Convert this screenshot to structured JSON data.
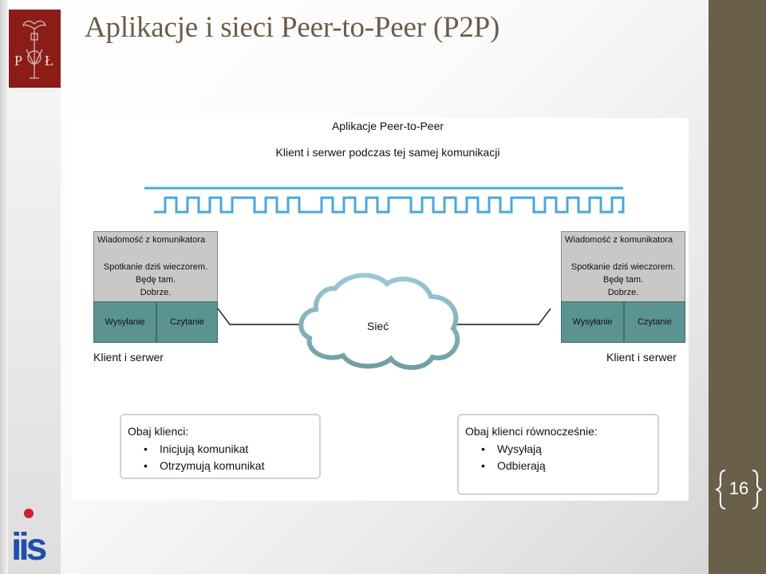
{
  "slide": {
    "title": "Aplikacje i sieci Peer-to-Peer (P2P)",
    "page_number": "16",
    "theme_color": "#6a5f4b",
    "title_color": "#6b5d49"
  },
  "logos": {
    "top_left": {
      "text_left": "P",
      "text_right": "Ł",
      "color": "#8b1c17"
    },
    "bottom_left": {
      "text": "iis",
      "color": "#1f4fa8"
    }
  },
  "diagram": {
    "title": "Aplikacje Peer-to-Peer",
    "subtitle": "Klient i serwer podczas tej samej komunikacji",
    "signal_color": "#4aa8d8",
    "peer_left": {
      "message_header": "Wiadomość z komunikatora",
      "message_lines": [
        "Spotkanie dziś wieczorem.",
        "Będę tam.",
        "Dobrze."
      ],
      "send_label": "Wysyłanie",
      "read_label": "Czytanie",
      "role_label": "Klient i serwer"
    },
    "peer_right": {
      "message_header": "Wiadomość z komunikatora",
      "message_lines": [
        "Spotkanie dziś wieczorem.",
        "Będę tam.",
        "Dobrze."
      ],
      "send_label": "Wysyłanie",
      "read_label": "Czytanie",
      "role_label": "Klient i serwer"
    },
    "network_label": "Sieć",
    "info_left": {
      "title": "Obaj klienci:",
      "items": [
        "Inicjują komunikat",
        "Otrzymują komunikat"
      ]
    },
    "info_right": {
      "title": "Obaj klienci równocześnie:",
      "items": [
        "Wysyłają",
        "Odbierają"
      ]
    }
  }
}
